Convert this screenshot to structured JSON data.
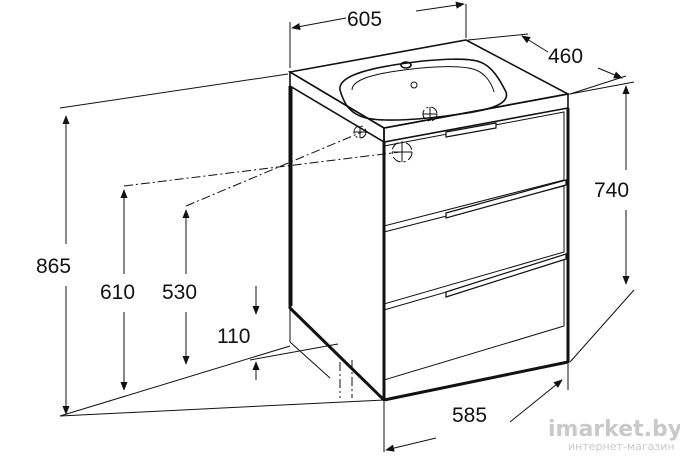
{
  "diagram": {
    "dimensions": {
      "width_top": "605",
      "depth": "460",
      "total_height": "865",
      "cabinet_height": "740",
      "pipe_height_1": "610",
      "pipe_height_2": "530",
      "floor_clearance": "110",
      "base_width": "585"
    },
    "cabinet": {
      "drawers": 3
    }
  },
  "watermark": {
    "brand": "imarket.by",
    "tagline": "интернет-магазин"
  }
}
